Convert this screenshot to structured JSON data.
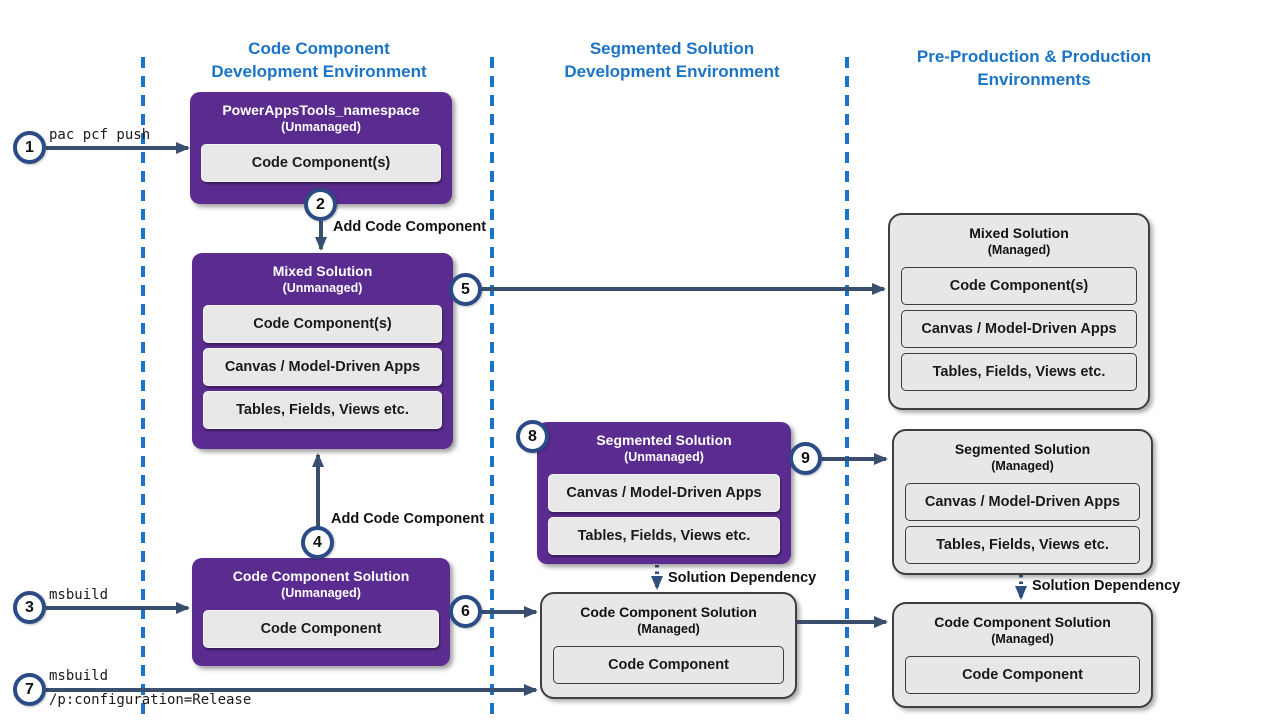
{
  "colors": {
    "purple_solution": "#5B2C8F",
    "managed_gray": "#E7E7E7",
    "arrow_navy": "#3A4F70",
    "circle_border_navy": "#2A4B85",
    "environment_blue": "#1B74C5"
  },
  "headers": [
    {
      "line1": "Code Component",
      "line2": "Development Environment"
    },
    {
      "line1": "Segmented Solution",
      "line2": "Development Environment"
    },
    {
      "line1": "Pre-Production & Production",
      "line2": "Environments"
    }
  ],
  "boxes": {
    "powerapps_tools": {
      "title": "PowerAppsTools_namespace",
      "subtitle": "(Unmanaged)",
      "items": [
        "Code Component(s)"
      ]
    },
    "mixed_unmanaged": {
      "title": "Mixed Solution",
      "subtitle": "(Unmanaged)",
      "items": [
        "Code Component(s)",
        "Canvas / Model-Driven Apps",
        "Tables, Fields, Views etc."
      ]
    },
    "ccs_unmanaged": {
      "title": "Code Component Solution",
      "subtitle": "(Unmanaged)",
      "items": [
        "Code Component"
      ]
    },
    "segmented_unmanaged": {
      "title": "Segmented Solution",
      "subtitle": "(Unmanaged)",
      "items": [
        "Canvas / Model-Driven Apps",
        "Tables, Fields, Views etc."
      ]
    },
    "ccs_managed_mid": {
      "title": "Code Component Solution",
      "subtitle": "(Managed)",
      "items": [
        "Code Component"
      ]
    },
    "mixed_managed": {
      "title": "Mixed Solution",
      "subtitle": "(Managed)",
      "items": [
        "Code Component(s)",
        "Canvas / Model-Driven Apps",
        "Tables, Fields, Views etc."
      ]
    },
    "segmented_managed": {
      "title": "Segmented Solution",
      "subtitle": "(Managed)",
      "items": [
        "Canvas / Model-Driven Apps",
        "Tables, Fields, Views etc."
      ]
    },
    "ccs_managed_right": {
      "title": "Code Component Solution",
      "subtitle": "(Managed)",
      "items": [
        "Code Component"
      ]
    }
  },
  "steps": {
    "s1": "1",
    "s2": "2",
    "s3": "3",
    "s4": "4",
    "s5": "5",
    "s6": "6",
    "s7": "7",
    "s8": "8",
    "s9": "9"
  },
  "labels": {
    "pac_pcf_push": "pac pcf push",
    "msbuild": "msbuild",
    "msbuild_release_line1": "msbuild",
    "msbuild_release_line2": "/p:configuration=Release",
    "add_code_component_top": "Add Code Component",
    "add_code_component_bottom": "Add Code Component",
    "solution_dependency_mid": "Solution Dependency",
    "solution_dependency_right": "Solution Dependency"
  }
}
